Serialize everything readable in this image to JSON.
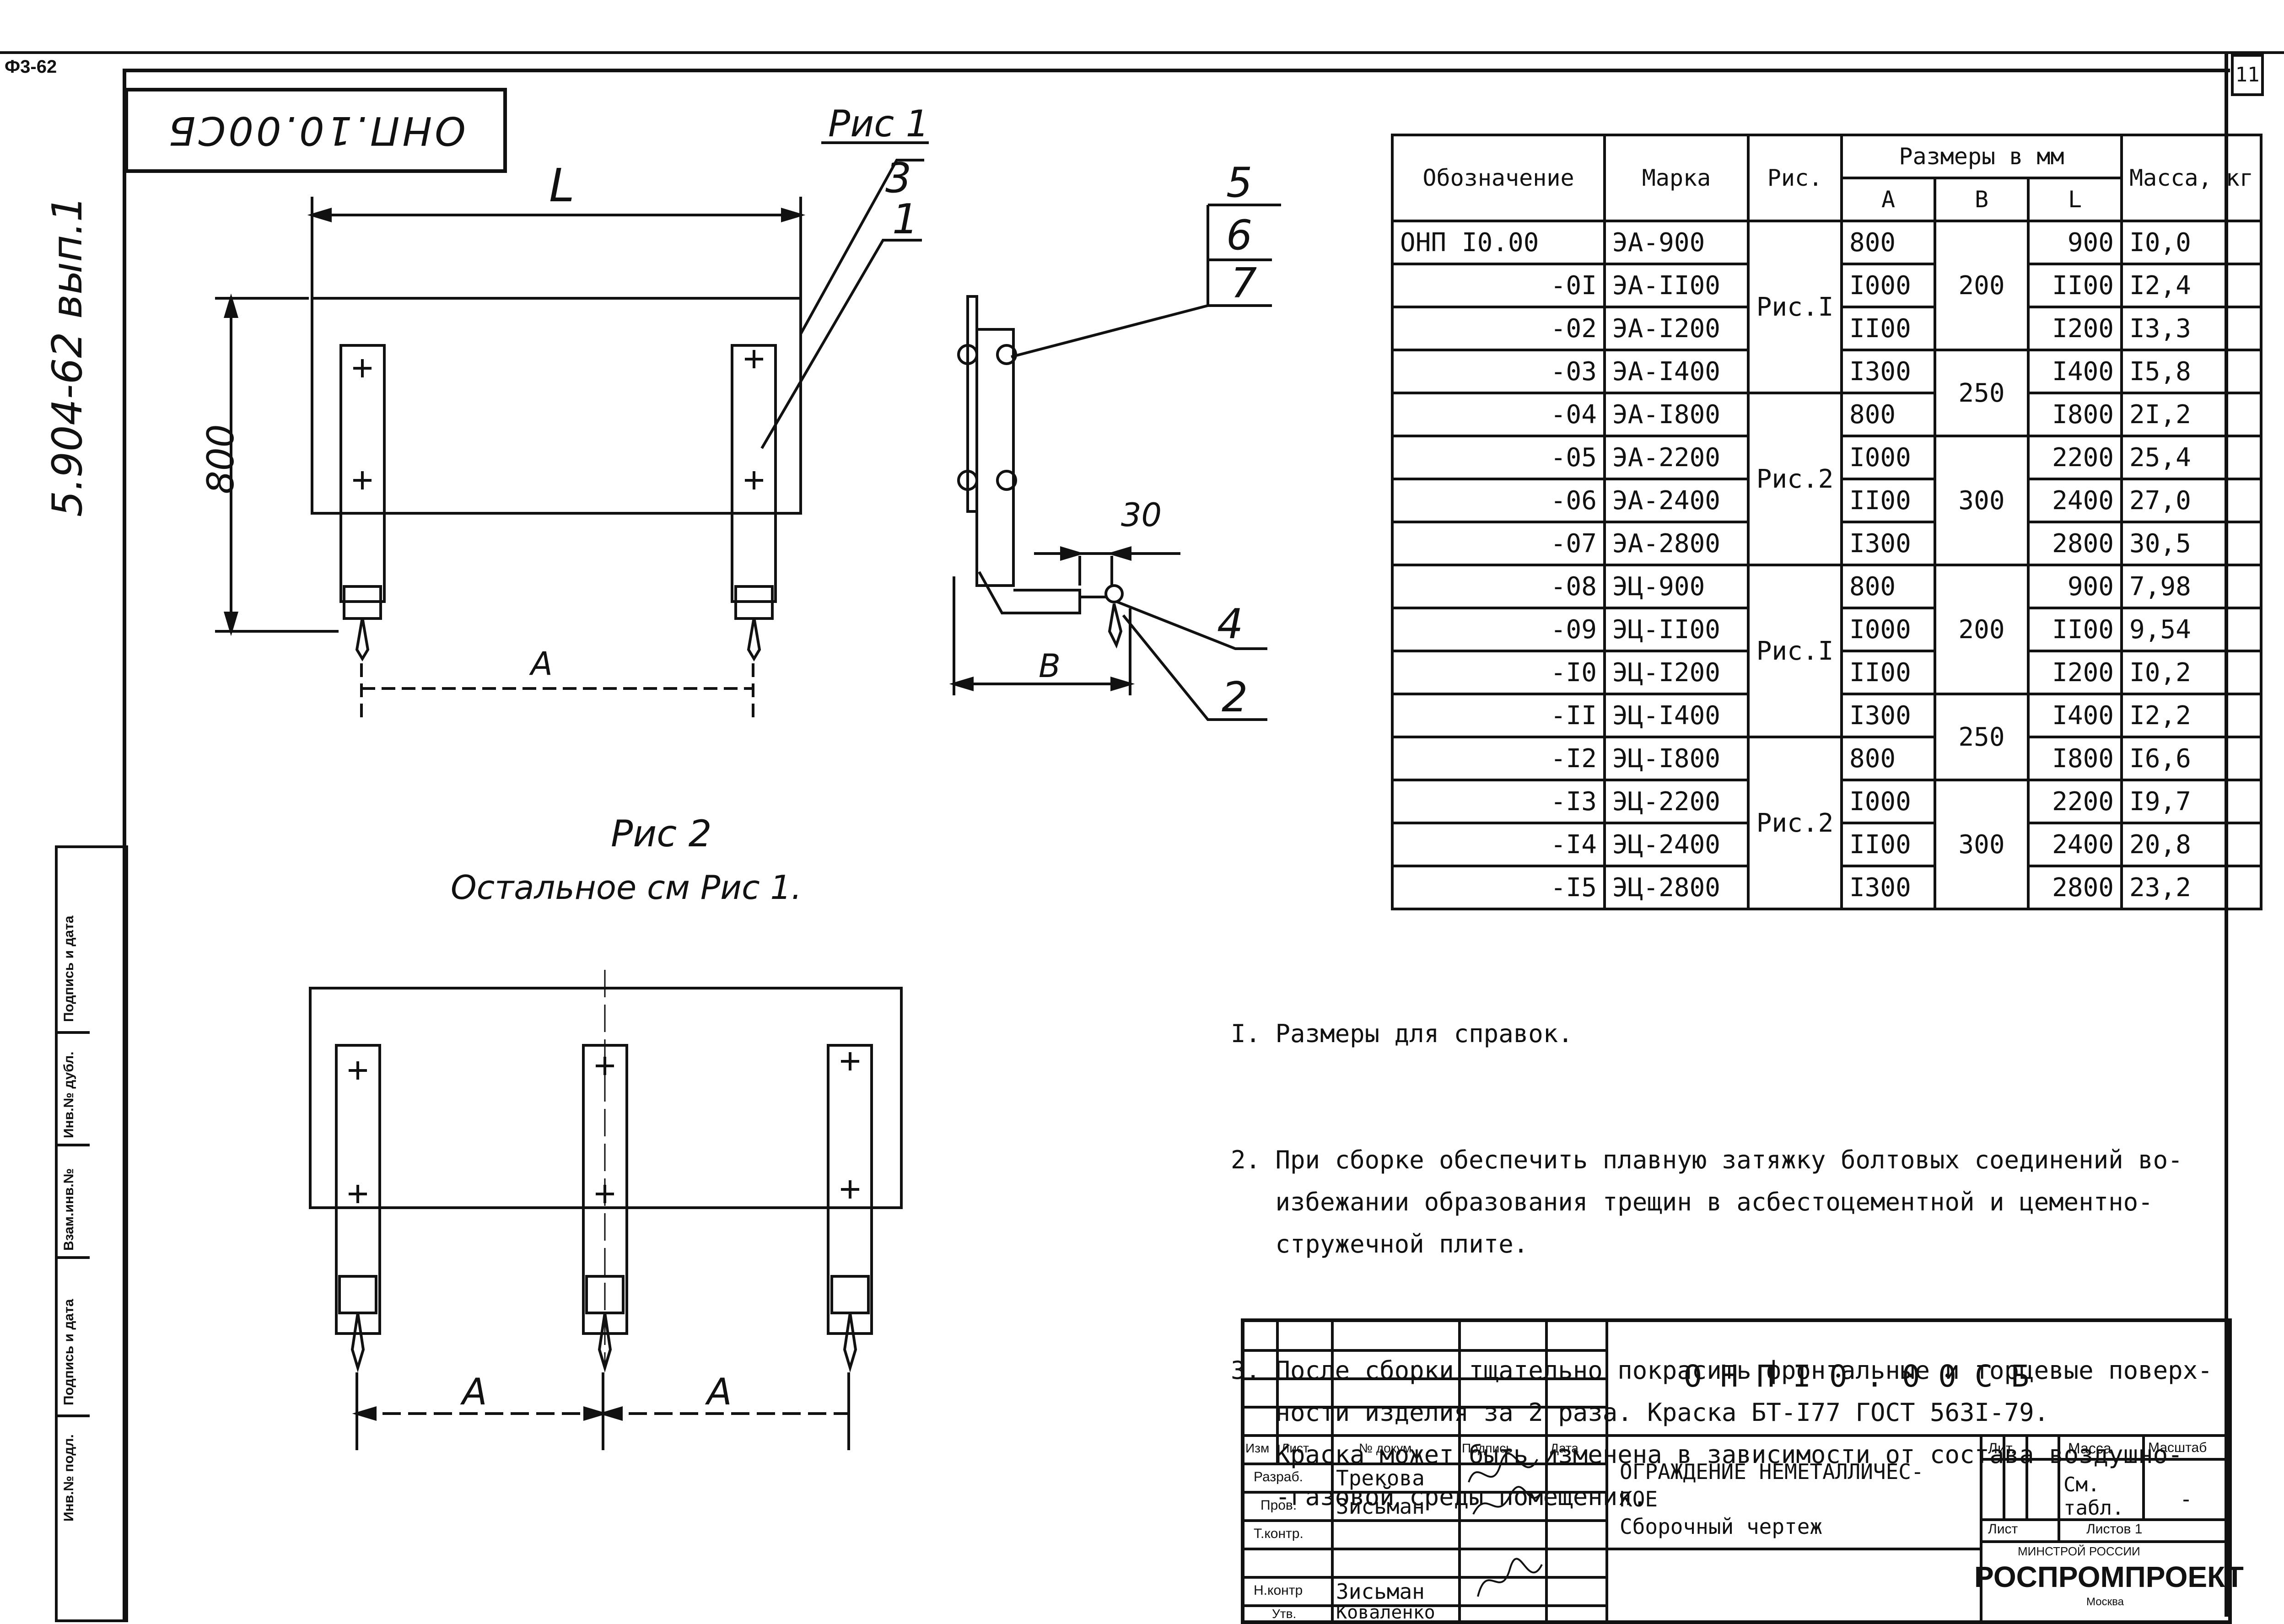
{
  "sheet": {
    "format_stamp": "Ф3-62",
    "document_code_rotated": "ОНП.10.00СБ",
    "series_code": "5.904-62 вып.1",
    "sheet_number": "11"
  },
  "figures": {
    "fig1_label": "Рис 1",
    "fig2_label": "Рис 2",
    "fig2_note": "Остальное см Рис 1.",
    "dim_L": "L",
    "dim_800": "800",
    "dim_A": "A",
    "dim_B": "B",
    "dim_30": "30",
    "callouts": [
      "1",
      "2",
      "3",
      "4",
      "5",
      "6",
      "7"
    ]
  },
  "spec_table": {
    "headers": {
      "designation": "Обозначение",
      "brand": "Марка",
      "figure": "Рис.",
      "sizes": "Размеры в мм",
      "A": "A",
      "B": "B",
      "L": "L",
      "mass": "Масса, кг"
    },
    "rows": [
      {
        "designation": "ОНП I0.00",
        "brand": "ЭА-900",
        "A": "800",
        "L": "900",
        "mass": "I0,0"
      },
      {
        "designation": "-0I",
        "brand": "ЭА-II00",
        "A": "I000",
        "L": "II00",
        "mass": "I2,4"
      },
      {
        "designation": "-02",
        "brand": "ЭА-I200",
        "A": "II00",
        "L": "I200",
        "mass": "I3,3"
      },
      {
        "designation": "-03",
        "brand": "ЭА-I400",
        "A": "I300",
        "L": "I400",
        "mass": "I5,8"
      },
      {
        "designation": "-04",
        "brand": "ЭА-I800",
        "A": "800",
        "L": "I800",
        "mass": "2I,2"
      },
      {
        "designation": "-05",
        "brand": "ЭА-2200",
        "A": "I000",
        "L": "2200",
        "mass": "25,4"
      },
      {
        "designation": "-06",
        "brand": "ЭА-2400",
        "A": "II00",
        "L": "2400",
        "mass": "27,0"
      },
      {
        "designation": "-07",
        "brand": "ЭА-2800",
        "A": "I300",
        "L": "2800",
        "mass": "30,5"
      },
      {
        "designation": "-08",
        "brand": "ЭЦ-900",
        "A": "800",
        "L": "900",
        "mass": "7,98"
      },
      {
        "designation": "-09",
        "brand": "ЭЦ-II00",
        "A": "I000",
        "L": "II00",
        "mass": "9,54"
      },
      {
        "designation": "-I0",
        "brand": "ЭЦ-I200",
        "A": "II00",
        "L": "I200",
        "mass": "I0,2"
      },
      {
        "designation": "-II",
        "brand": "ЭЦ-I400",
        "A": "I300",
        "L": "I400",
        "mass": "I2,2"
      },
      {
        "designation": "-I2",
        "brand": "ЭЦ-I800",
        "A": "800",
        "L": "I800",
        "mass": "I6,6"
      },
      {
        "designation": "-I3",
        "brand": "ЭЦ-2200",
        "A": "I000",
        "L": "2200",
        "mass": "I9,7"
      },
      {
        "designation": "-I4",
        "brand": "ЭЦ-2400",
        "A": "II00",
        "L": "2400",
        "mass": "20,8"
      },
      {
        "designation": "-I5",
        "brand": "ЭЦ-2800",
        "A": "I300",
        "L": "2800",
        "mass": "23,2"
      }
    ],
    "figure_groups": [
      "Рис.I",
      "Рис.2",
      "Рис.I",
      "Рис.2"
    ],
    "B_groups": [
      "200",
      "250",
      "300",
      "200",
      "250",
      "300"
    ]
  },
  "notes": [
    "I. Размеры для справок.",
    "2. При сборке обеспечить плавную затяжку болтовых соединений во-\n   избежании образования трещин в асбестоцементной и цементно-\n   стружечной плите.",
    "3. После сборки тщательно покрасить фронтальные и торцевые поверх-\n   ности изделия за 2 раза. Краска БТ-I77 ГОСТ 563I-79.\n   Краска может быть изменена в зависимости от состава воздушно-\n   -газовой среды помещения."
  ],
  "title_block": {
    "doc_code": "О Н П   I 0 . 0 0   С Б",
    "title_line1": "ОГРАЖДЕНИЕ НЕМЕТАЛЛИЧЕС-",
    "title_line2": "КОЕ",
    "title_line3": "Сборочный чертеж",
    "lit_label": "Лит.",
    "mass_label": "Масса",
    "scale_label": "Масштаб",
    "mass_value": "См. табл.",
    "scale_value": "-",
    "sheet_label": "Лист",
    "sheets_label": "Листов 1",
    "ministry": "МИНСТРОЙ РОССИИ",
    "org": "РОСПРОМПРОЕКТ",
    "city": "Москва",
    "col_izm": "Изм",
    "col_list": "Лист",
    "col_doc": "№ докум.",
    "col_sign": "Подпись",
    "col_date": "Дата",
    "roles": [
      {
        "role": "Разраб.",
        "name": "Трекова"
      },
      {
        "role": "Пров.",
        "name": "Зисьман"
      },
      {
        "role": "Т.контр.",
        "name": ""
      },
      {
        "role": "Н.контр",
        "name": "Зисьман"
      },
      {
        "role": "Утв.",
        "name": "Коваленко"
      }
    ]
  },
  "left_strip": [
    "Инв.№ подл.",
    "Подпись и дата",
    "Взам.инв.№",
    "Инв.№ дубл.",
    "Подпись и дата"
  ]
}
